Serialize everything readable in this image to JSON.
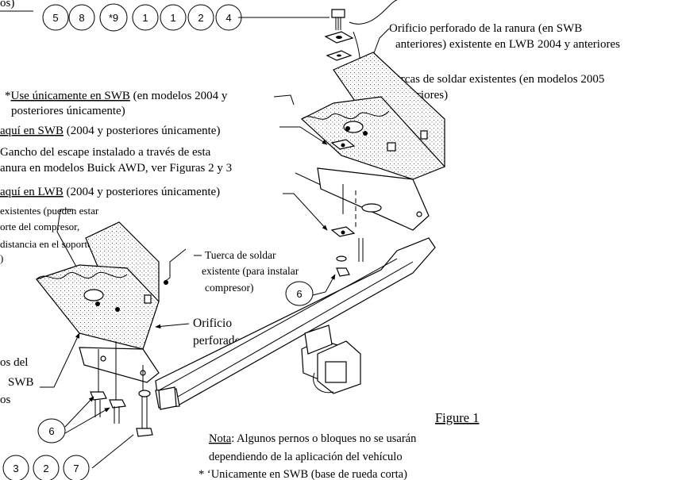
{
  "top_partial": "os)",
  "balloons_top": [
    "5",
    "8",
    "*9",
    "1",
    "1",
    "2",
    "4"
  ],
  "balloons_bottom": [
    "3",
    "2",
    "7"
  ],
  "balloon_6": "6",
  "labels": {
    "slot_hole_1": "Orificio perforado de la ranura (en  SWB",
    "slot_hole_2": "anteriores) existente en LWB 2004 y anteriores",
    "weld_nuts_1": "Tuercas de soldar existentes (en modelos 2005",
    "weld_nuts_2": "y posteriores)",
    "use_only_star": "*",
    "use_only_a": "Use únicamente en SWB",
    "use_only_b": " (en modelos 2004 y",
    "use_only_2": "posteriores únicamente)",
    "here_swb_a": "aquí en SWB",
    "here_swb_b": " (2004 y posteriores únicamente)",
    "exhaust_1": "Gancho del escape instalado a través de esta",
    "exhaust_2": "anura en modelos Buick AWD, ver Figuras 2 y 3",
    "here_lwb_a": "aquí en LWB",
    "here_lwb_b": " (2004 y posteriores únicamente)",
    "existing_1": "existentes (pueden estar",
    "existing_2": "orte del compresor,",
    "existing_3": "distancia en el soporte",
    "existing_4": ")",
    "weld_nut_1": "Tuerca de soldar",
    "weld_nut_2": "existente (para instalar",
    "weld_nut_3": "compresor)",
    "drilled_1": "Orificio",
    "drilled_2": "perforado",
    "left_1": "os del",
    "left_2": "SWB",
    "left_3": "os"
  },
  "figure_title": "Figure 1",
  "note_label": "Nota",
  "note_text_1": ":  Algunos pernos o bloques no se usarán",
  "note_text_2": "dependiendo de la aplicación del vehículo",
  "footnote": "* ‘Unicamente en SWB (base de rueda corta)"
}
